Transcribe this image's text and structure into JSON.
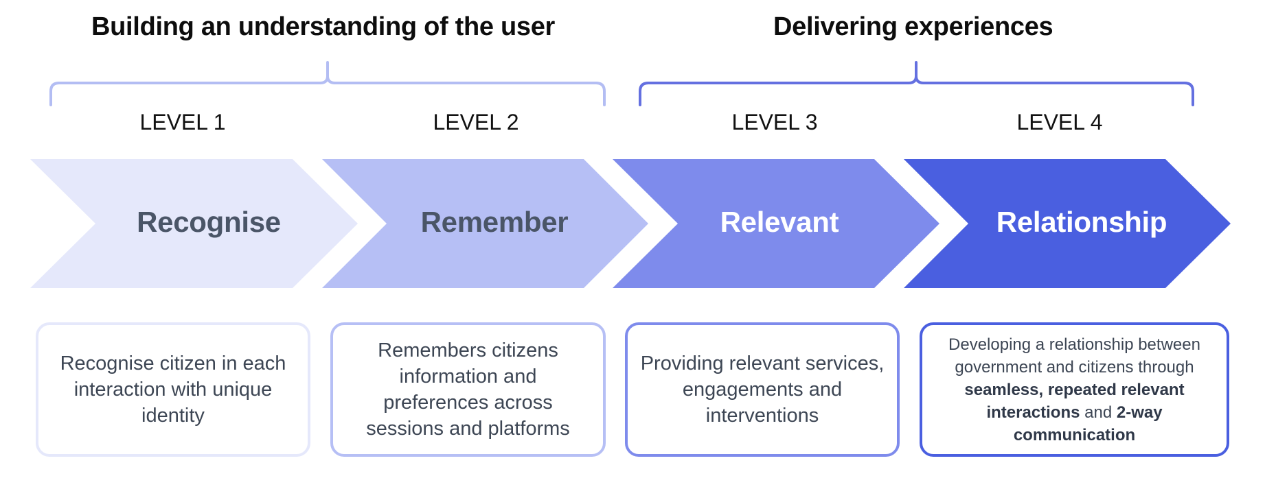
{
  "groups": [
    {
      "title": "Building an understanding of the user",
      "bracket_color": "#b3bdf3"
    },
    {
      "title": "Delivering experiences",
      "bracket_color": "#6470e0"
    }
  ],
  "levels": [
    {
      "level_label": "LEVEL 1",
      "name": "Recognise",
      "fill": "#e5e8fb",
      "text_color": "#4a5567",
      "card_border": "#e5e8fb",
      "description": "Recognise citizen in each interaction with unique identity"
    },
    {
      "level_label": "LEVEL 2",
      "name": "Remember",
      "fill": "#b6bff5",
      "text_color": "#4a5567",
      "card_border": "#b6bff5",
      "description": "Remembers citizens information and preferences across sessions and platforms"
    },
    {
      "level_label": "LEVEL 3",
      "name": "Relevant",
      "fill": "#7e8bec",
      "text_color": "#ffffff",
      "card_border": "#7e8bec",
      "description": "Providing relevant services, engagements and interventions"
    },
    {
      "level_label": "LEVEL 4",
      "name": "Relationship",
      "fill": "#4a5fe0",
      "text_color": "#ffffff",
      "card_border": "#4a5fe0",
      "description_parts": [
        {
          "text": "Developing a relationship between government and citizens through ",
          "bold": false
        },
        {
          "text": "seamless, repeated relevant interactions",
          "bold": true
        },
        {
          "text": " and ",
          "bold": false
        },
        {
          "text": "2-way communication",
          "bold": true
        }
      ]
    }
  ]
}
